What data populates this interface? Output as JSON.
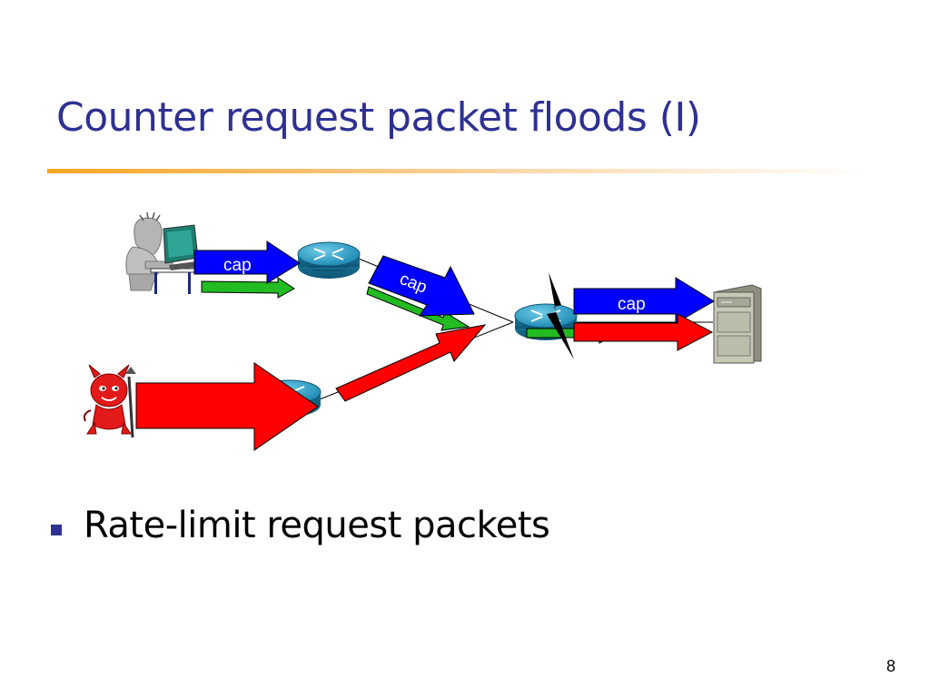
{
  "slide": {
    "title": "Counter request packet floods (I)",
    "bullets": [
      "Rate-limit request packets"
    ],
    "page_number": "8"
  },
  "diagram": {
    "labels": {
      "cap_1": "cap",
      "cap_2": "cap",
      "cap_3": "cap"
    },
    "colors": {
      "title": "#2e3192",
      "cap_arrow": "#0000ff",
      "request_arrow": "#22bb22",
      "attack_arrow": "#ff0000",
      "router": "#1f8fb8",
      "rule_accent": "#f5a623"
    },
    "icons": [
      "user-at-computer-icon",
      "devil-attacker-icon",
      "router-icon",
      "server-icon",
      "lightning-bolt-icon"
    ]
  }
}
